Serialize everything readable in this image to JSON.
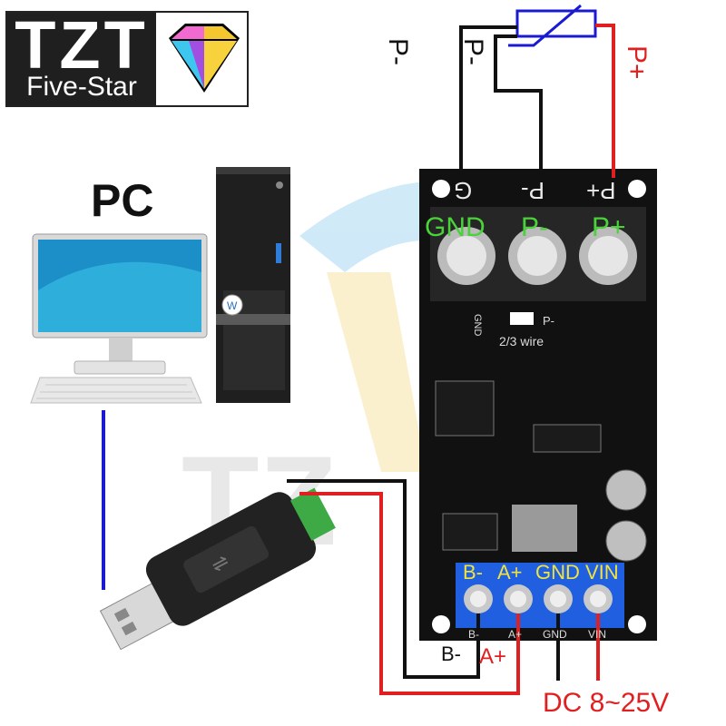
{
  "logo": {
    "brand": "TZT",
    "subtitle": "Five-Star"
  },
  "pc": {
    "label": "PC"
  },
  "sensor": {
    "left_wire_label": "P-",
    "mid_wire_label": "P-",
    "right_wire_label": "P+"
  },
  "board": {
    "top_silk": [
      "G",
      "P-",
      "P+"
    ],
    "terminal_labels": [
      "GND",
      "P-",
      "P+"
    ],
    "jumper_gnd": "GND",
    "jumper_pminus": "P-",
    "jumper_caption": "2/3 wire",
    "bottom_labels": [
      "B-",
      "A+",
      "GND",
      "VIN"
    ],
    "bottom_silk": [
      "B-",
      "A+",
      "GND",
      "VIN"
    ]
  },
  "wires": {
    "b_minus": "B-",
    "a_plus": "A+",
    "power": "DC 8~25V"
  },
  "colors": {
    "red_wire": "#e02020",
    "blue_wire": "#1a1ad0",
    "black_wire": "#111111",
    "green_text": "#49d23a",
    "yellow_text": "#f2e33a"
  }
}
